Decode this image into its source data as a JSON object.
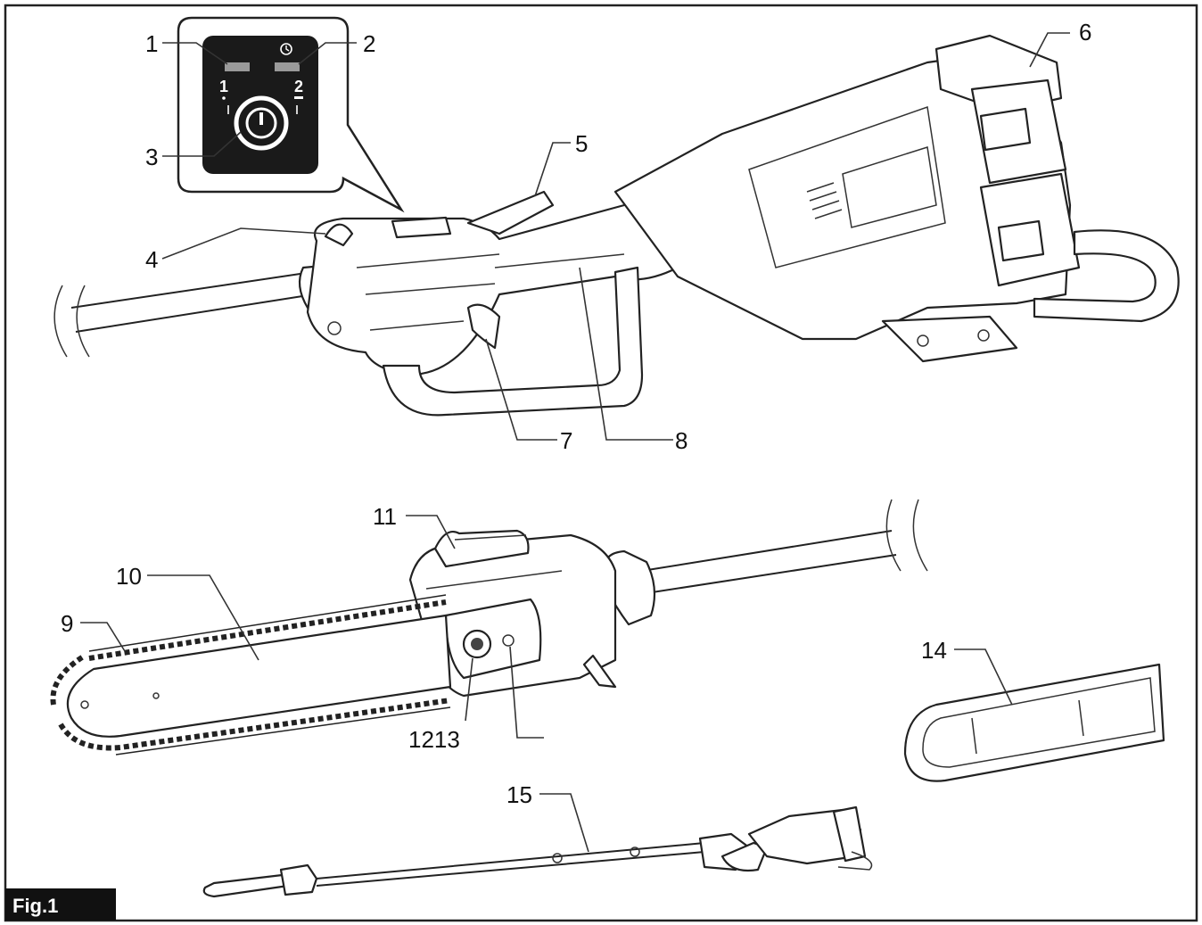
{
  "figure": {
    "label": "Fig.1",
    "callouts": [
      "1",
      "2",
      "3",
      "4",
      "5",
      "6",
      "7",
      "8",
      "9",
      "10",
      "11",
      "1213",
      "14",
      "15"
    ],
    "panel_marks": {
      "left": "1",
      "right": "2"
    }
  },
  "colors": {
    "frame": "#222222",
    "panel": "#1a1a1a",
    "indicator": "#9a9a9a",
    "label_bg": "#111111"
  },
  "icons": [
    "power-button-icon",
    "timer-icon"
  ]
}
